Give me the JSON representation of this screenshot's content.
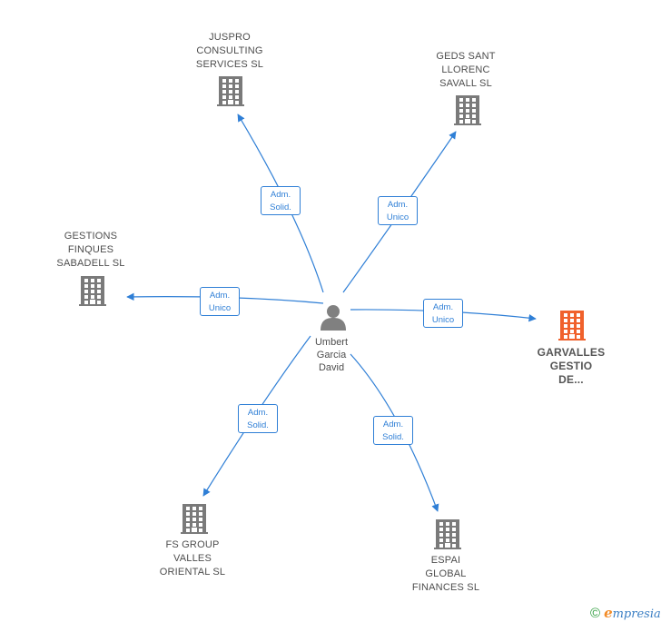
{
  "center": {
    "name_lines": [
      "Umbert",
      "Garcia",
      "David"
    ],
    "icon": "person-icon",
    "color": "#808080"
  },
  "companies": [
    {
      "id": "juspro",
      "lines": [
        "JUSPRO",
        "CONSULTING",
        "SERVICES  SL"
      ],
      "relation": [
        "Adm.",
        "Solid."
      ],
      "highlight": false
    },
    {
      "id": "geds",
      "lines": [
        "GEDS SANT",
        "LLORENC",
        "SAVALL SL"
      ],
      "relation": [
        "Adm.",
        "Unico"
      ],
      "highlight": false
    },
    {
      "id": "gestions",
      "lines": [
        "GESTIONS",
        "FINQUES",
        "SABADELL  SL"
      ],
      "relation": [
        "Adm.",
        "Unico"
      ],
      "highlight": false
    },
    {
      "id": "garvalles",
      "lines": [
        "GARVALLES",
        "GESTIO",
        "DE..."
      ],
      "relation": [
        "Adm.",
        "Unico"
      ],
      "highlight": true
    },
    {
      "id": "fsgroup",
      "lines": [
        "FS GROUP",
        "VALLES",
        "ORIENTAL  SL"
      ],
      "relation": [
        "Adm.",
        "Solid."
      ],
      "highlight": false
    },
    {
      "id": "espai",
      "lines": [
        "ESPAI",
        "GLOBAL",
        "FINANCES  SL"
      ],
      "relation": [
        "Adm.",
        "Solid."
      ],
      "highlight": false
    }
  ],
  "colors": {
    "edge": "#2f7fd6",
    "building": "#7a7a7a",
    "building_highlight": "#f0612c"
  },
  "footer": {
    "copyright": "©",
    "brand_initial": "e",
    "brand_rest": "mpresia"
  }
}
